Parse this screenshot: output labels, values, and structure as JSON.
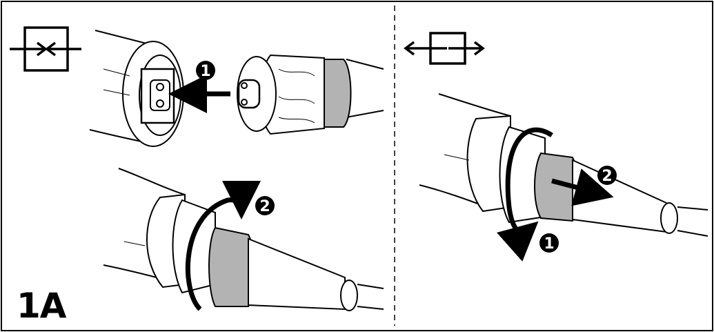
{
  "figure": {
    "label": "1A",
    "step_markers": [
      "1",
      "2"
    ]
  },
  "panels": [
    {
      "id": "connect",
      "symbol": "connect-icon",
      "steps": [
        {
          "number": "1",
          "action": "insert-plug"
        },
        {
          "number": "2",
          "action": "rotate-to-lock"
        }
      ]
    },
    {
      "id": "disconnect",
      "symbol": "disconnect-icon",
      "steps": [
        {
          "number": "1",
          "action": "rotate-to-unlock"
        },
        {
          "number": "2",
          "action": "pull-apart"
        }
      ]
    }
  ],
  "colors": {
    "line": "#000000",
    "collar_gray": "#b3b3b3",
    "background": "#ffffff"
  }
}
